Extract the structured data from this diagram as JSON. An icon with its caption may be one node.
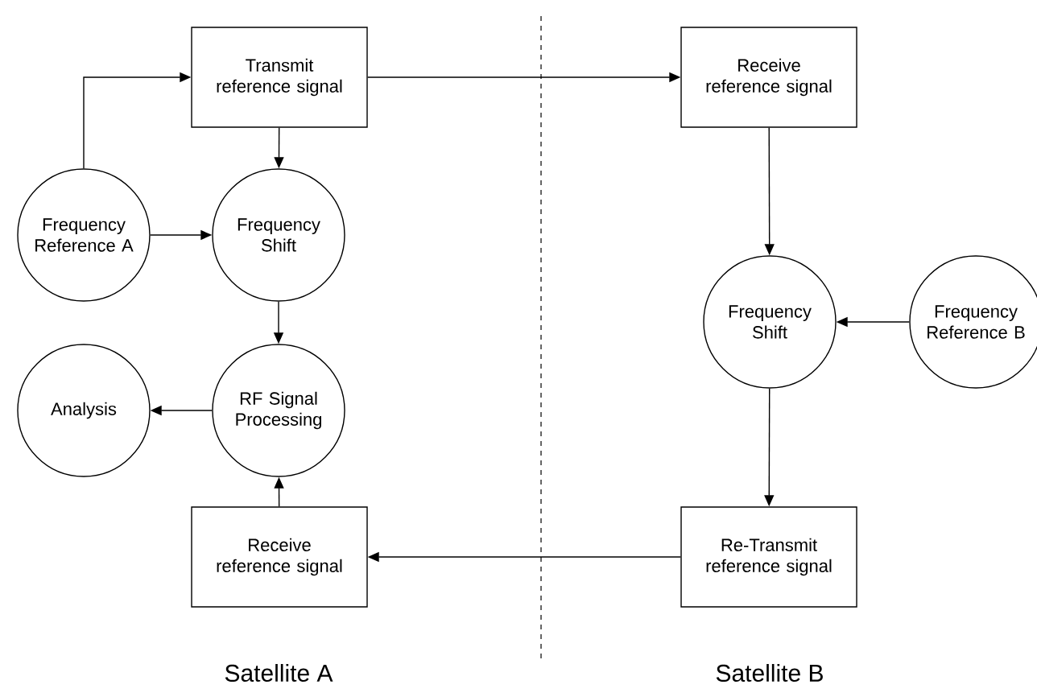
{
  "diagram": {
    "nodes": [
      {
        "text": [
          "Transmit reference signal"
        ]
      },
      {
        "text": [
          "Frequency Reference A"
        ]
      },
      {
        "text": [
          "Frequency Shift"
        ]
      },
      {
        "text": [
          "Analysis"
        ]
      },
      {
        "text": [
          "RF Signal Processing"
        ]
      },
      {
        "text": [
          "Receive reference signal"
        ]
      },
      {
        "text": [
          "Receive reference signal"
        ]
      },
      {
        "text": [
          "Frequency Shift"
        ]
      },
      {
        "text": [
          "Frequency Reference B"
        ]
      },
      {
        "text": [
          "Re-Transmit reference signal"
        ]
      }
    ],
    "edges": [
      {
        "from": 1,
        "to": 0,
        "arrow": "to"
      },
      {
        "from": 0,
        "to": 2,
        "arrow": "to"
      },
      {
        "from": 1,
        "to": 2,
        "arrow": "to"
      },
      {
        "from": 2,
        "to": 4,
        "arrow": "to"
      },
      {
        "from": 4,
        "to": 3,
        "arrow": "to"
      },
      {
        "from": 5,
        "to": 4,
        "arrow": "to"
      },
      {
        "from": 0,
        "to": 6,
        "arrow": "to"
      },
      {
        "from": 6,
        "to": 7,
        "arrow": "to"
      },
      {
        "from": 8,
        "to": 7,
        "arrow": "to"
      },
      {
        "from": 7,
        "to": 9,
        "arrow": "to"
      },
      {
        "from": 9,
        "to": 5,
        "arrow": "to"
      }
    ],
    "labels": [
      "Satellite A",
      "Satellite B"
    ]
  }
}
